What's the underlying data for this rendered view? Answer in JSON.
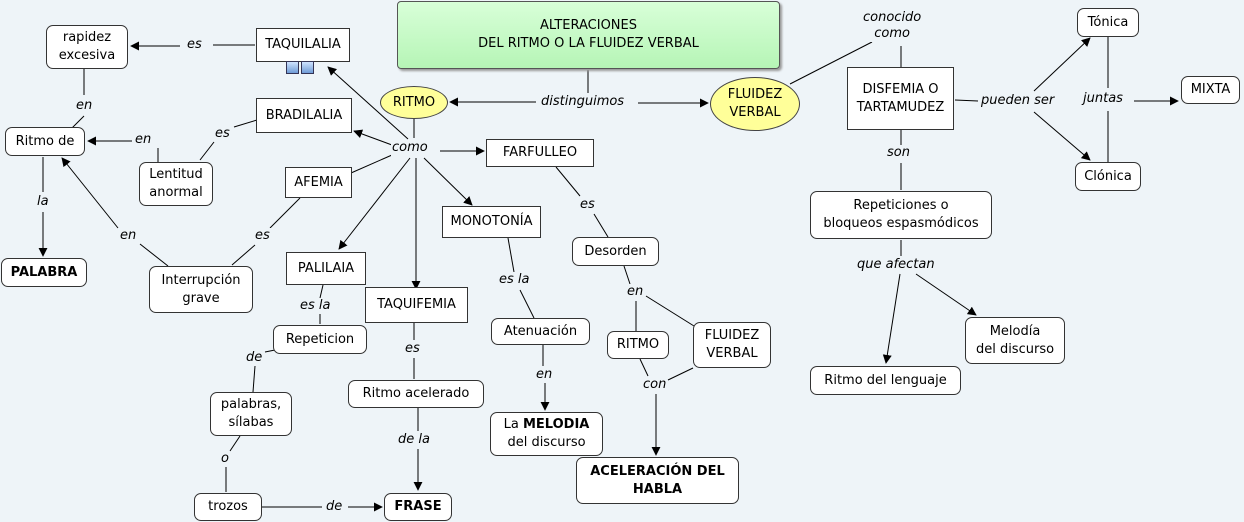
{
  "title": "ALTERACIONES\nDEL RITMO O LA FLUIDEZ VERBAL",
  "nodes": {
    "ritmo": "RITMO",
    "fluidez_verbal": "FLUIDEZ\nVERBAL",
    "disfemia": "DISFEMIA O\nTARTAMUDEZ",
    "tonica": "Tónica",
    "clonica": "Clónica",
    "mixta": "MIXTA",
    "repeticiones": "Repeticiones o\nbloqueos espasmódicos",
    "melodia_discurso": "Melodía\ndel discurso",
    "ritmo_lenguaje": "Ritmo del lenguaje",
    "taquilalia": "TAQUILALIA",
    "rapidez": "rapidez\nexcesiva",
    "ritmo_de": "Ritmo de",
    "palabra": "PALABRA",
    "bradilalia": "BRADILALIA",
    "lentitud": "Lentitud\nanormal",
    "afemia": "AFEMIA",
    "interrupcion": "Interrupción\ngrave",
    "palilaia": "PALILAIA",
    "repeticion": "Repeticion",
    "palabras_silabas": "palabras,\nsílabas",
    "trozos": "trozos",
    "frase": "FRASE",
    "taquifemia": "TAQUIFEMIA",
    "ritmo_acelerado": "Ritmo acelerado",
    "monotonia": "MONOTONÍA",
    "atenuacion": "Atenuación",
    "la_melodia_pre": "La ",
    "la_melodia_bold": "MELODIA",
    "la_melodia_post": "del discurso",
    "farfulleo": "FARFULLEO",
    "desorden": "Desorden",
    "ritmo2": "RITMO",
    "fluidez2": "FLUIDEZ\nVERBAL",
    "aceleracion": "ACELERACIÓN DEL\nHABLA"
  },
  "links": {
    "distinguimos": "distinguimos",
    "conocido_como": "conocido\ncomo",
    "pueden_ser": "pueden ser",
    "juntas": "juntas",
    "son": "son",
    "que_afectan": "que afectan",
    "como": "como",
    "es_taquilalia": "es",
    "en_rapidez": "en",
    "la_ritmo": "la",
    "es_bradilalia": "es",
    "en_lentitud": "en",
    "es_afemia": "es",
    "en_interrupcion": "en",
    "es_la_palilaia": "es la",
    "de_repeticion": "de",
    "o_palabras": "o",
    "de_trozos": "de",
    "es_taquifemia": "es",
    "de_la_ritmo": "de la",
    "es_la_monotonia": "es la",
    "en_atenuacion": "en",
    "es_farfulleo": "es",
    "en_desorden": "en",
    "con": "con"
  },
  "colors": {
    "background": "#eef4f8",
    "title_fill": "#c4fac4",
    "oval_fill": "#ffff99",
    "line": "#000000"
  },
  "icons": [
    "document-icon",
    "film-icon"
  ]
}
